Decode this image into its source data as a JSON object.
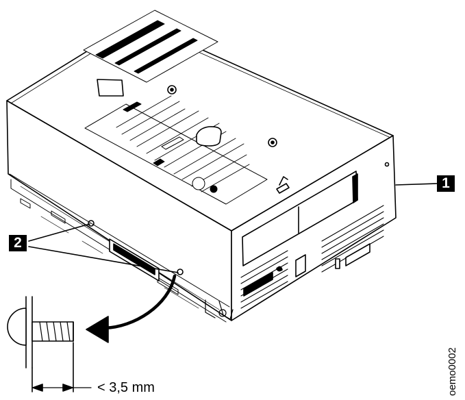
{
  "callouts": {
    "c1": "1",
    "c2": "2"
  },
  "dimension": {
    "label": "< 3,5 mm"
  },
  "figure_id": "oemo0002",
  "colors": {
    "ink": "#000000",
    "paper": "#ffffff",
    "label_fill": "#000000"
  }
}
